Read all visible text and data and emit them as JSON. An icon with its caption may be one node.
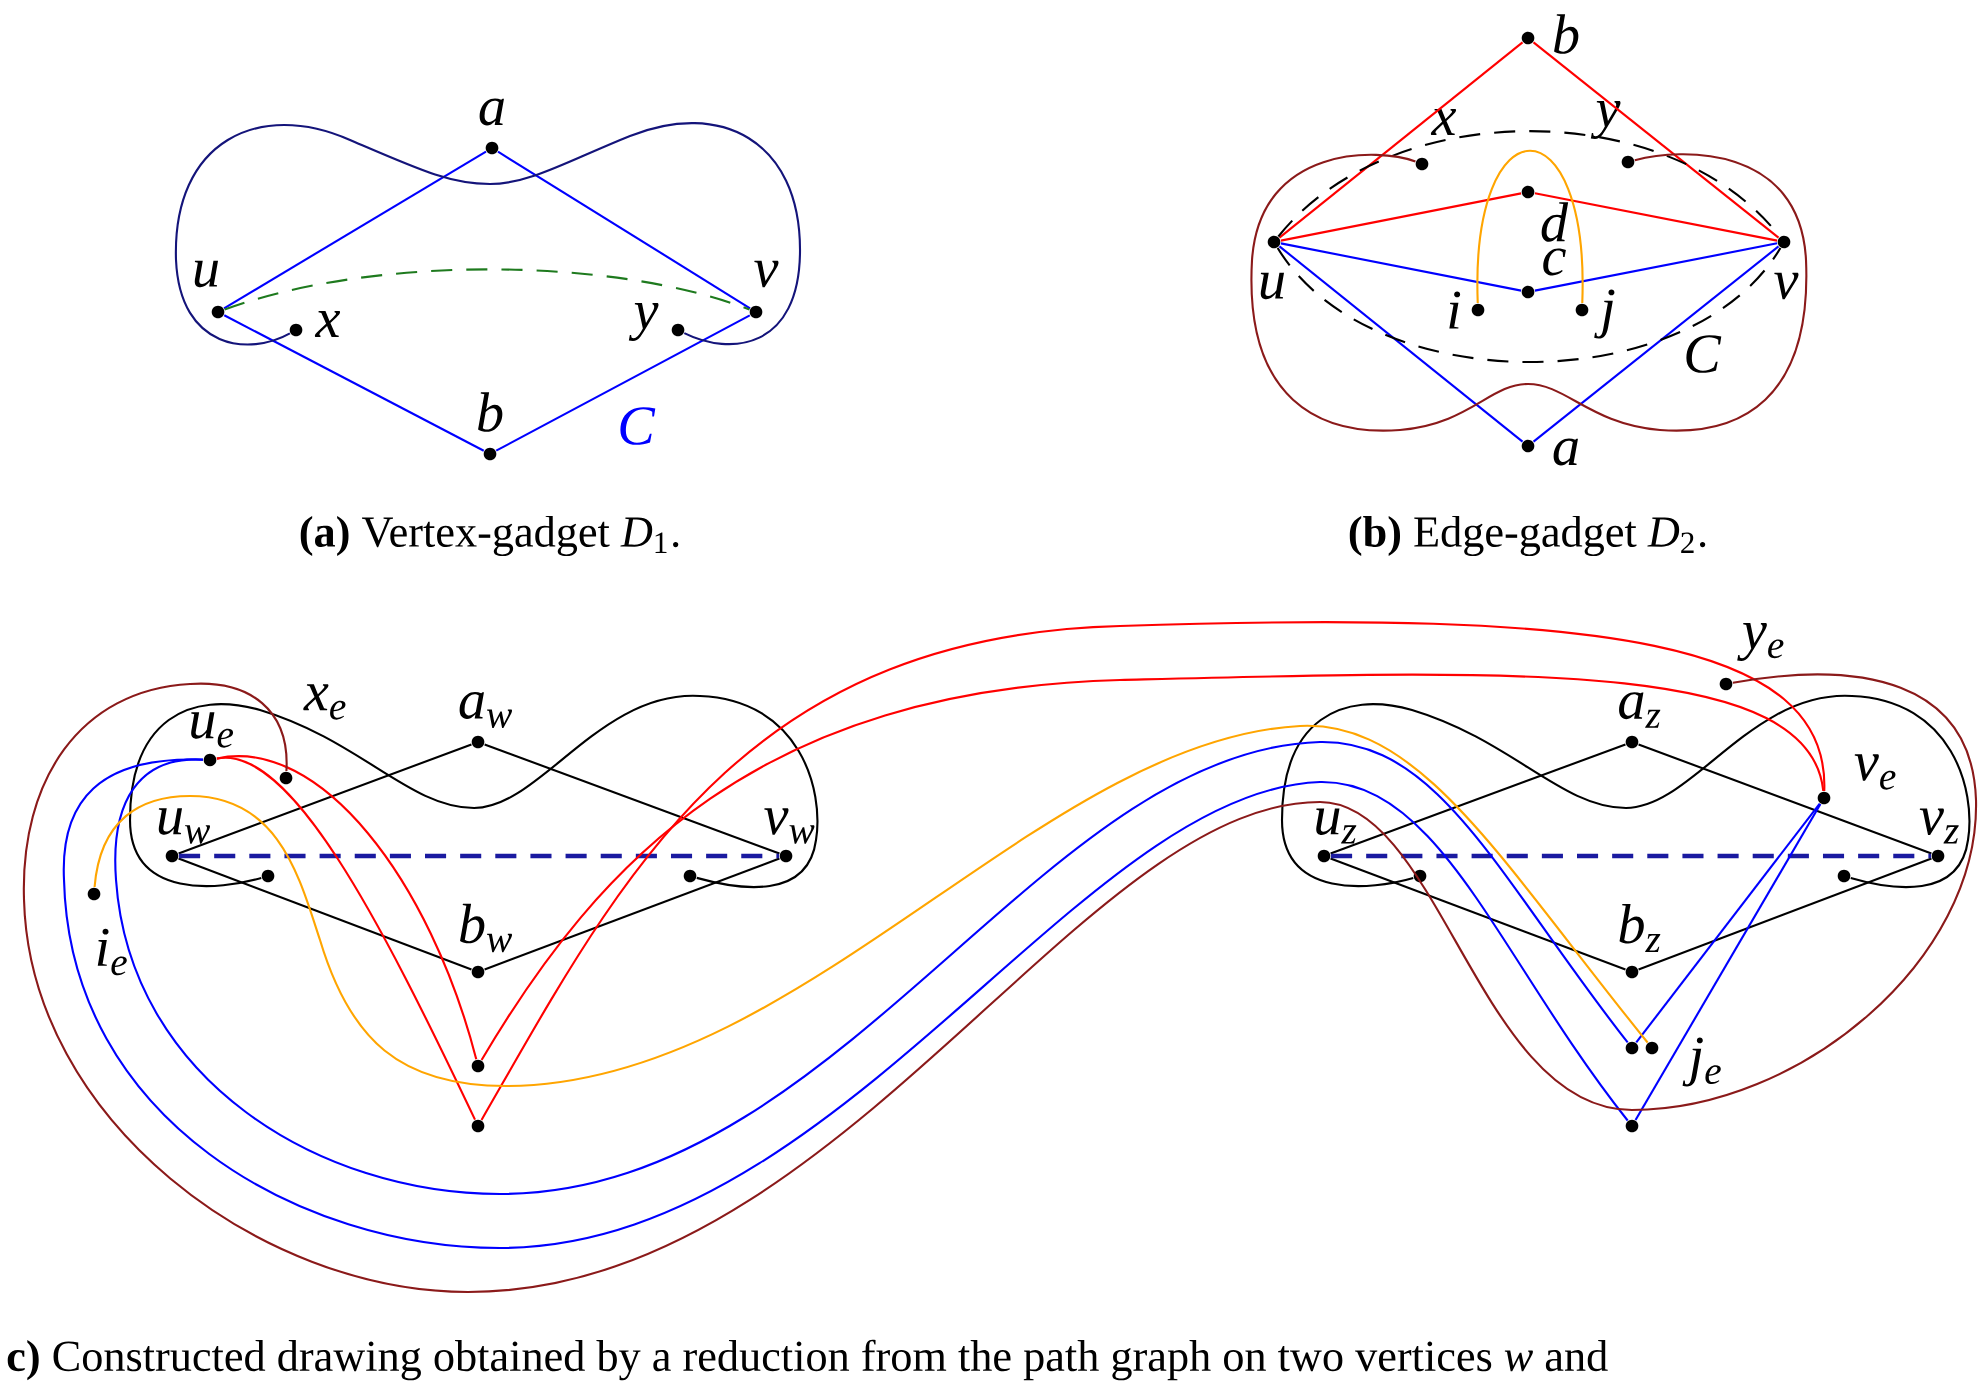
{
  "diagram": {
    "nodes": [
      {
        "text": [
          "a"
        ]
      },
      {
        "text": [
          "u"
        ]
      },
      {
        "text": [
          "x"
        ]
      },
      {
        "text": [
          "v"
        ]
      },
      {
        "text": [
          "y"
        ]
      },
      {
        "text": [
          "b"
        ]
      },
      {
        "text": [
          "b"
        ]
      },
      {
        "text": [
          "x"
        ]
      },
      {
        "text": [
          "y"
        ]
      },
      {
        "text": [
          "d"
        ]
      },
      {
        "text": [
          "u"
        ]
      },
      {
        "text": [
          "v"
        ]
      },
      {
        "text": [
          "c"
        ]
      },
      {
        "text": [
          "i"
        ]
      },
      {
        "text": [
          "j"
        ]
      },
      {
        "text": [
          "a"
        ]
      },
      {
        "text": [
          "y$_{e}$"
        ]
      },
      {
        "text": [
          "x$_{e}$"
        ]
      },
      {
        "text": [
          "a$_{w}$"
        ]
      },
      {
        "text": [
          "a$_{z}$"
        ]
      },
      {
        "text": [
          "u$_{e}$"
        ]
      },
      {
        "text": [
          "v$_{e}$"
        ]
      },
      {
        "text": [
          "u$_{w}$"
        ]
      },
      {
        "text": [
          "v$_{w}$"
        ]
      },
      {
        "text": [
          "u$_{z}$"
        ]
      },
      {
        "text": [
          "v$_{z}$"
        ]
      },
      {
        "text": [],
        "shape": "circle"
      },
      {
        "text": [],
        "shape": "circle"
      },
      {
        "text": [],
        "shape": "circle"
      },
      {
        "text": [],
        "shape": "circle"
      },
      {
        "text": [
          "i$_{e}$"
        ]
      },
      {
        "text": [
          "b$_{w}$"
        ]
      },
      {
        "text": [
          "b$_{z}$"
        ]
      },
      {
        "text": [],
        "shape": "circle"
      },
      {
        "text": [
          "j$_{e}$"
        ]
      },
      {
        "text": [],
        "shape": "circle"
      },
      {
        "text": [],
        "shape": "circle"
      },
      {
        "text": [],
        "shape": "circle"
      }
    ],
    "edges": [
      {
        "from": 1,
        "to": 0,
        "arrow": "none",
        "color": "#0000ff"
      },
      {
        "from": 0,
        "to": 3,
        "arrow": "none",
        "color": "#0000ff"
      },
      {
        "from": 1,
        "to": 5,
        "arrow": "none",
        "color": "#0000ff"
      },
      {
        "from": 5,
        "to": 3,
        "arrow": "none",
        "color": "#0000ff"
      },
      {
        "from": 1,
        "to": 3,
        "arrow": "none",
        "style": "dashed",
        "color": "#1e7a1e"
      },
      {
        "from": 2,
        "to": 4,
        "arrow": "none",
        "color": "#14147a"
      },
      {
        "from": 10,
        "to": 6,
        "arrow": "none",
        "color": "#ff0000"
      },
      {
        "from": 6,
        "to": 11,
        "arrow": "none",
        "color": "#ff0000"
      },
      {
        "from": 10,
        "to": 9,
        "arrow": "none",
        "color": "#ff0000"
      },
      {
        "from": 9,
        "to": 11,
        "arrow": "none",
        "color": "#ff0000"
      },
      {
        "from": 10,
        "to": 12,
        "arrow": "none",
        "color": "#0000ff"
      },
      {
        "from": 12,
        "to": 11,
        "arrow": "none",
        "color": "#0000ff"
      },
      {
        "from": 10,
        "to": 15,
        "arrow": "none",
        "color": "#0000ff"
      },
      {
        "from": 15,
        "to": 11,
        "arrow": "none",
        "color": "#0000ff"
      },
      {
        "from": 10,
        "to": 11,
        "arrow": "none",
        "style": "dashed",
        "color": "#000000"
      },
      {
        "from": 10,
        "to": 11,
        "arrow": "none",
        "style": "dashed",
        "color": "#000000"
      },
      {
        "from": 13,
        "to": 14,
        "arrow": "none",
        "color": "#ffa500"
      },
      {
        "from": 7,
        "to": 8,
        "arrow": "none",
        "color": "#8b1a1a"
      },
      {
        "from": 22,
        "to": 18,
        "arrow": "none",
        "color": "#000000"
      },
      {
        "from": 18,
        "to": 23,
        "arrow": "none",
        "color": "#000000"
      },
      {
        "from": 22,
        "to": 31,
        "arrow": "none",
        "color": "#000000"
      },
      {
        "from": 31,
        "to": 23,
        "arrow": "none",
        "color": "#000000"
      },
      {
        "from": 22,
        "to": 23,
        "arrow": "none",
        "style": "dashed",
        "color": "#1a1aa0"
      },
      {
        "from": 26,
        "to": 27,
        "arrow": "none",
        "color": "#000000"
      },
      {
        "from": 24,
        "to": 19,
        "arrow": "none",
        "color": "#000000"
      },
      {
        "from": 19,
        "to": 25,
        "arrow": "none",
        "color": "#000000"
      },
      {
        "from": 24,
        "to": 32,
        "arrow": "none",
        "color": "#000000"
      },
      {
        "from": 32,
        "to": 25,
        "arrow": "none",
        "color": "#000000"
      },
      {
        "from": 24,
        "to": 25,
        "arrow": "none",
        "style": "dashed",
        "color": "#1a1aa0"
      },
      {
        "from": 28,
        "to": 29,
        "arrow": "none",
        "color": "#000000"
      },
      {
        "from": 20,
        "to": 35,
        "arrow": "none",
        "color": "#ff0000"
      },
      {
        "from": 20,
        "to": 36,
        "arrow": "none",
        "color": "#ff0000"
      },
      {
        "from": 35,
        "to": 21,
        "arrow": "none",
        "color": "#ff0000"
      },
      {
        "from": 36,
        "to": 21,
        "arrow": "none",
        "color": "#ff0000"
      },
      {
        "from": 20,
        "to": 33,
        "arrow": "none",
        "color": "#0000ff"
      },
      {
        "from": 20,
        "to": 37,
        "arrow": "none",
        "color": "#0000ff"
      },
      {
        "from": 33,
        "to": 21,
        "arrow": "none",
        "color": "#0000ff"
      },
      {
        "from": 37,
        "to": 21,
        "arrow": "none",
        "color": "#0000ff"
      },
      {
        "from": 30,
        "to": 34,
        "arrow": "none",
        "color": "#ffa500"
      },
      {
        "from": 17,
        "to": 16,
        "arrow": "none",
        "color": "#8b1a1a"
      }
    ],
    "labels": [
      "C",
      "C",
      "**(a)** Vertex-gadget *D*$_{1}$.",
      "**(b)** Edge-gadget *D*$_{2}$.",
      "**c)** Constructed drawing obtained by a reduction from the path graph on two vertices *w* and"
    ]
  }
}
